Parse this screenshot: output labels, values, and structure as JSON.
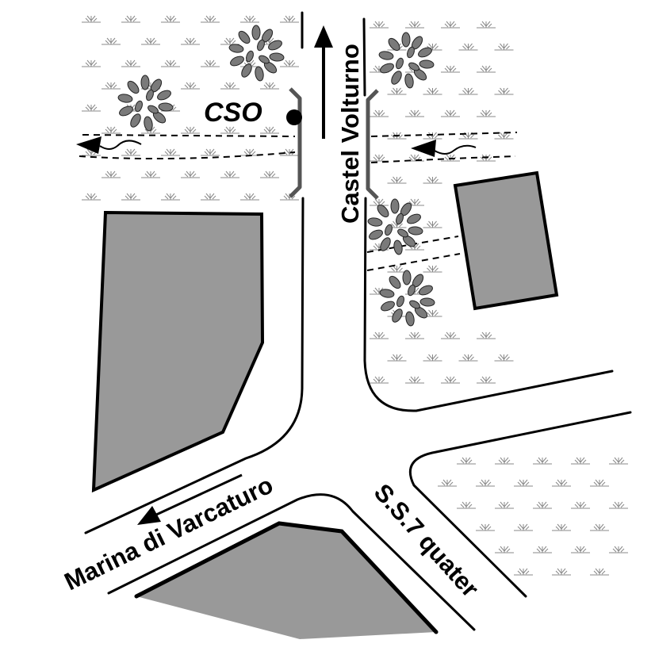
{
  "roads": {
    "north_label": "Castel Volturno",
    "west_label": "Marina di Varcaturo",
    "southeast_label": "S.S.7 quater"
  },
  "station": {
    "label": "CSO"
  },
  "icons": {
    "station_marker": "filled-circle",
    "tree": "shrub-cluster",
    "vegetation": "marsh-tuft",
    "direction": "arrow"
  },
  "colors": {
    "building": "#999999",
    "vegetation": "#888888",
    "road_edge": "#000000",
    "bridge": "#555555"
  }
}
